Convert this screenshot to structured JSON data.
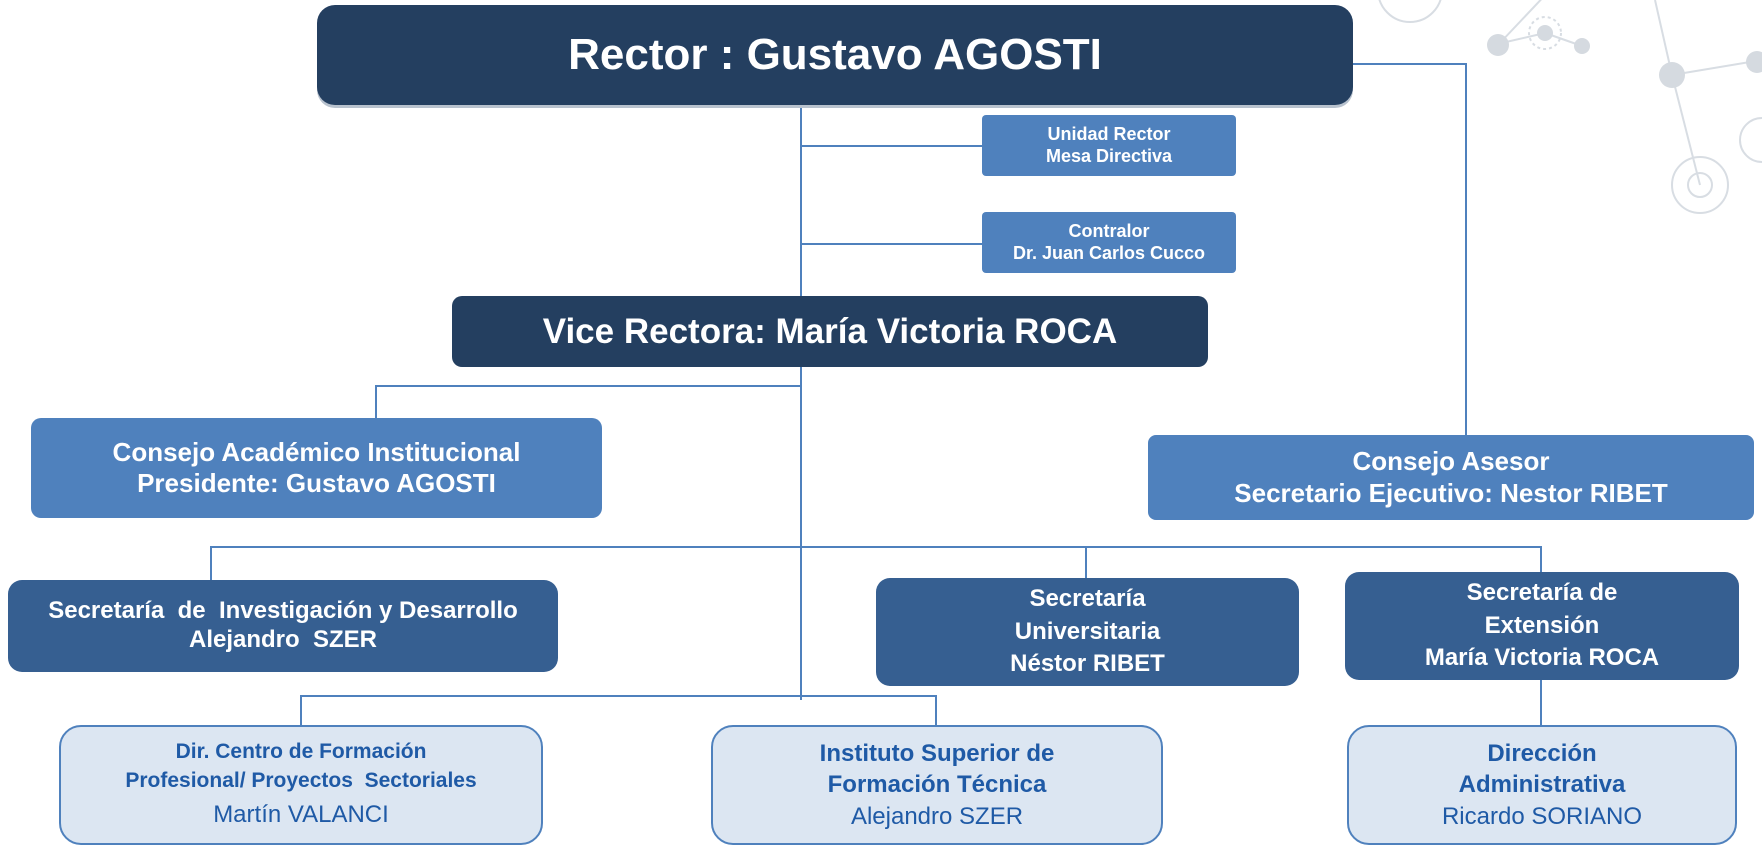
{
  "rector": {
    "label": "Rector : Gustavo AGOSTI"
  },
  "unidad_rector": {
    "line1": "Unidad Rector",
    "line2": "Mesa Directiva"
  },
  "contralor": {
    "line1": "Contralor",
    "line2": "Dr. Juan Carlos Cucco"
  },
  "vice_rectora": {
    "label": "Vice Rectora: María Victoria ROCA"
  },
  "consejo_academico": {
    "line1": "Consejo Académico Institucional",
    "line2": "Presidente: Gustavo AGOSTI"
  },
  "consejo_asesor": {
    "line1": "Consejo Asesor",
    "line2": "Secretario Ejecutivo: Nestor RIBET"
  },
  "sec_investigacion": {
    "line1": "Secretaría  de  Investigación y Desarrollo",
    "line2": "Alejandro  SZER"
  },
  "sec_universitaria": {
    "line1": "Secretaría",
    "line2": "Universitaria",
    "line3": "Néstor RIBET"
  },
  "sec_extension": {
    "line1": "Secretaría de",
    "line2": "Extensión",
    "line3": "María Victoria ROCA"
  },
  "dir_centro": {
    "line1": "Dir. Centro de Formación",
    "line2": "Profesional/ Proyectos  Sectoriales",
    "line3": "Martín VALANCI"
  },
  "instituto": {
    "line1": "Instituto Superior de",
    "line2": "Formación Técnica",
    "line3": "Alejandro SZER"
  },
  "dir_admin": {
    "line1": "Dirección",
    "line2": "Administrativa",
    "line3": "Ricardo SORIANO"
  }
}
